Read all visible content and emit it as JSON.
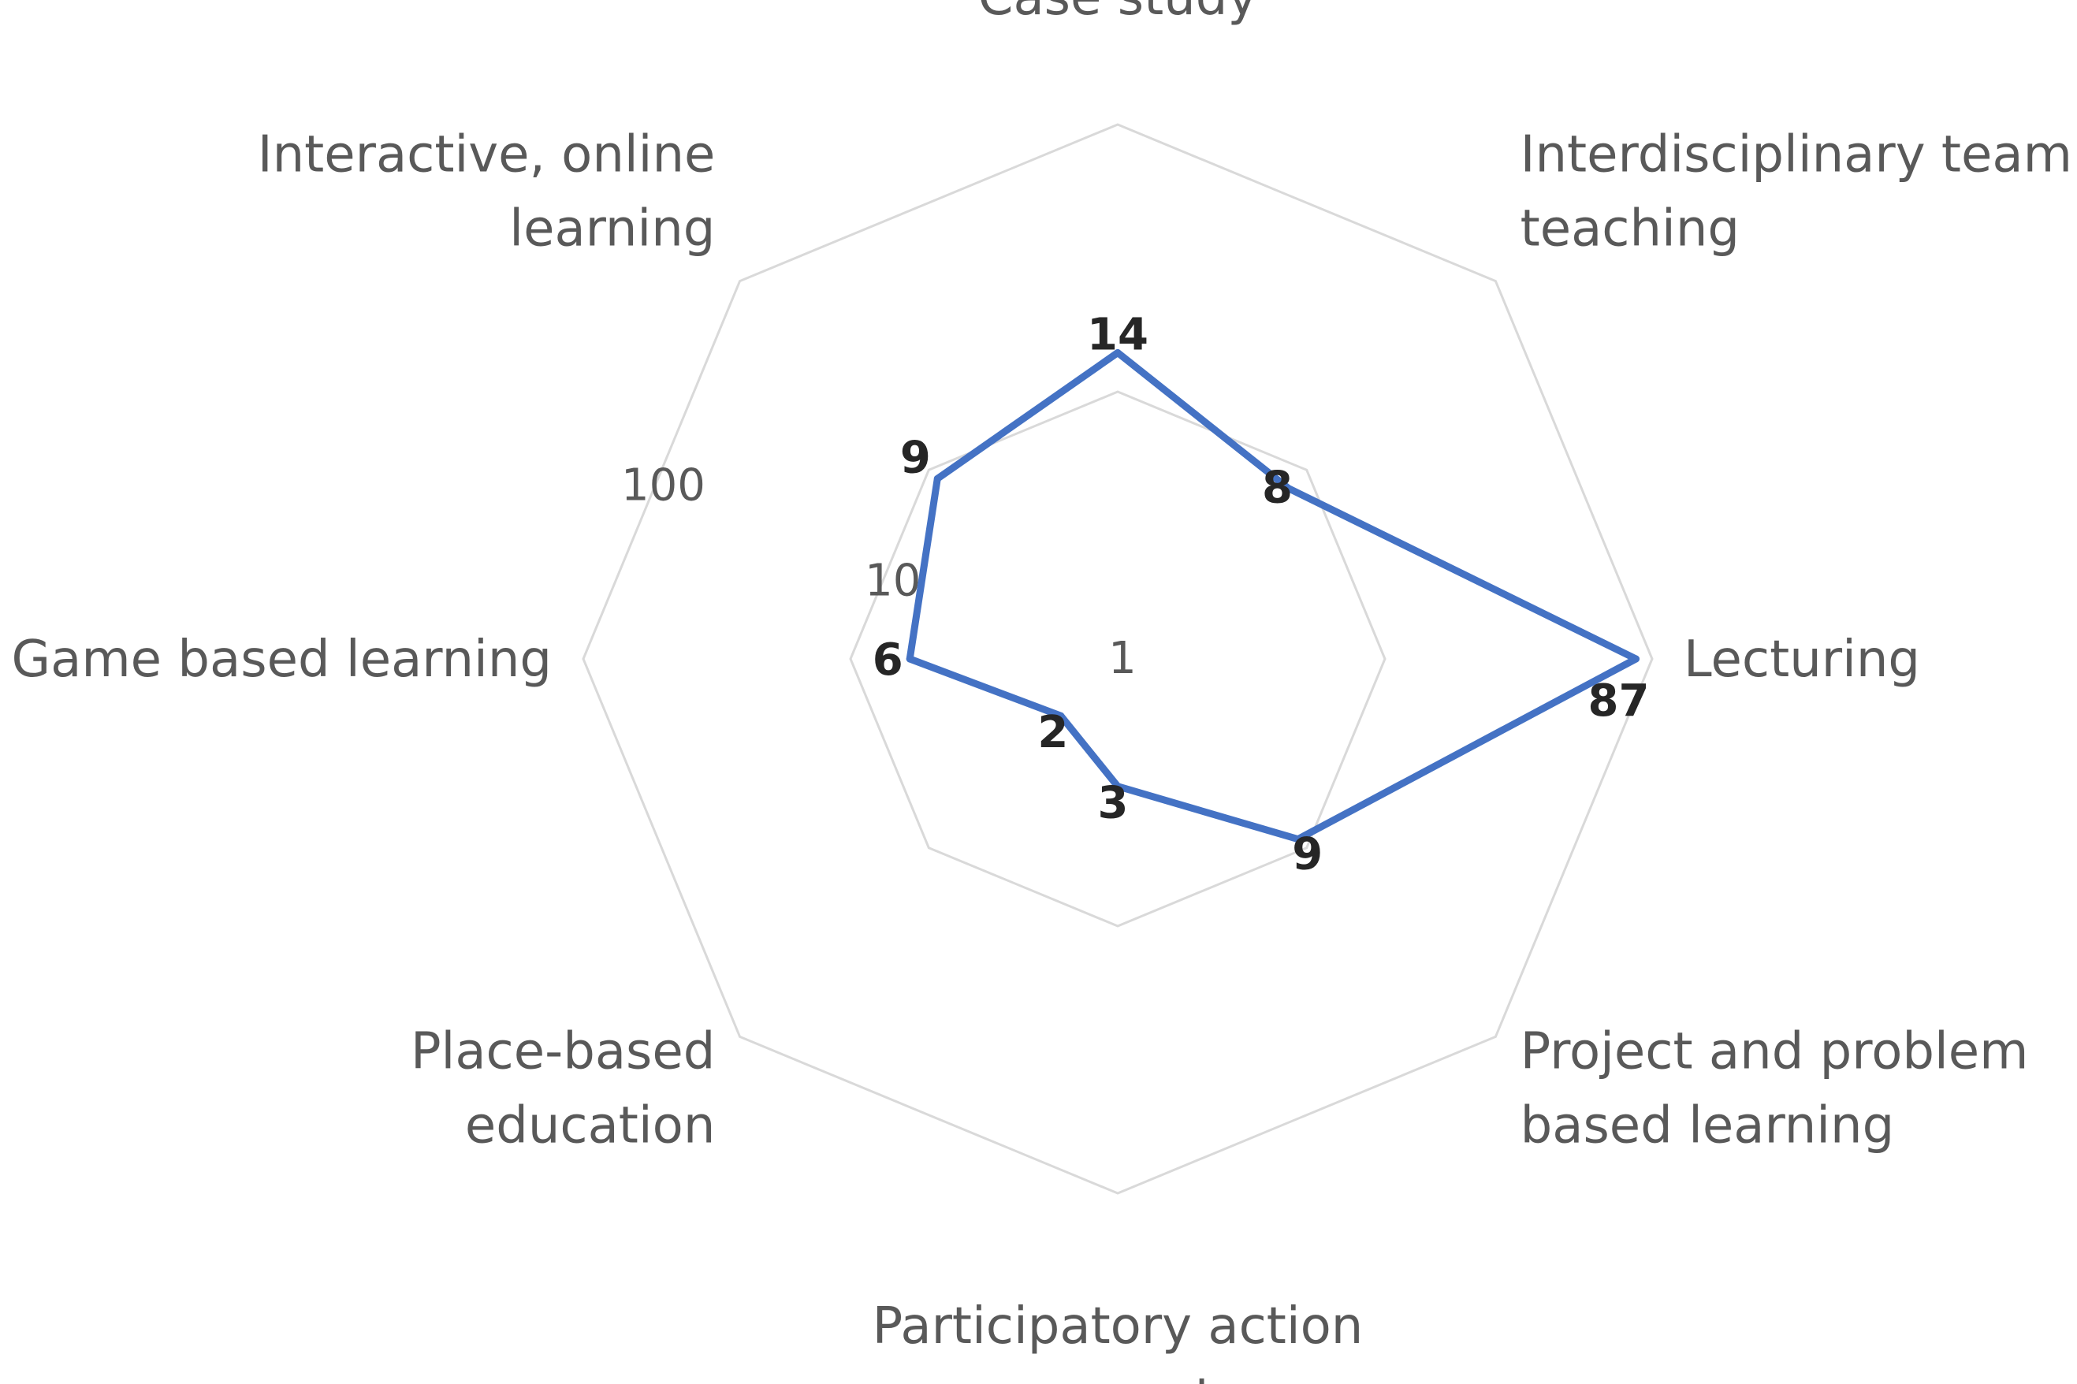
{
  "chart_data": {
    "type": "radar",
    "scale": "log10",
    "rlim": [
      1,
      100
    ],
    "ticks": [
      1,
      10,
      100
    ],
    "tick_labels": [
      "1",
      "10",
      "100"
    ],
    "grid": true,
    "legend": "none",
    "categories": [
      "Case study",
      "Interdisciplinary team teaching",
      "Lecturing",
      "Project and problem based learning",
      "Participatory action research",
      "Place-based education",
      "Game based learning",
      "Interactive, online learning"
    ],
    "category_label_lines": [
      [
        "Case study"
      ],
      [
        "Interdisciplinary team",
        "teaching"
      ],
      [
        "Lecturing"
      ],
      [
        "Project and problem",
        "based learning"
      ],
      [
        "Participatory action",
        "research"
      ],
      [
        "Place-based",
        "education"
      ],
      [
        "Game based learning"
      ],
      [
        "Interactive, online",
        "learning"
      ]
    ],
    "series": [
      {
        "values": [
          14,
          8,
          87,
          9,
          3,
          "",
          6,
          9
        ],
        "data_labels": [
          "14",
          "8",
          "87",
          "9",
          "3",
          "2",
          "6",
          "9"
        ],
        "plotted_values": [
          14,
          8,
          87,
          9,
          3,
          2,
          6,
          9
        ],
        "color": "#4472C4"
      }
    ]
  }
}
